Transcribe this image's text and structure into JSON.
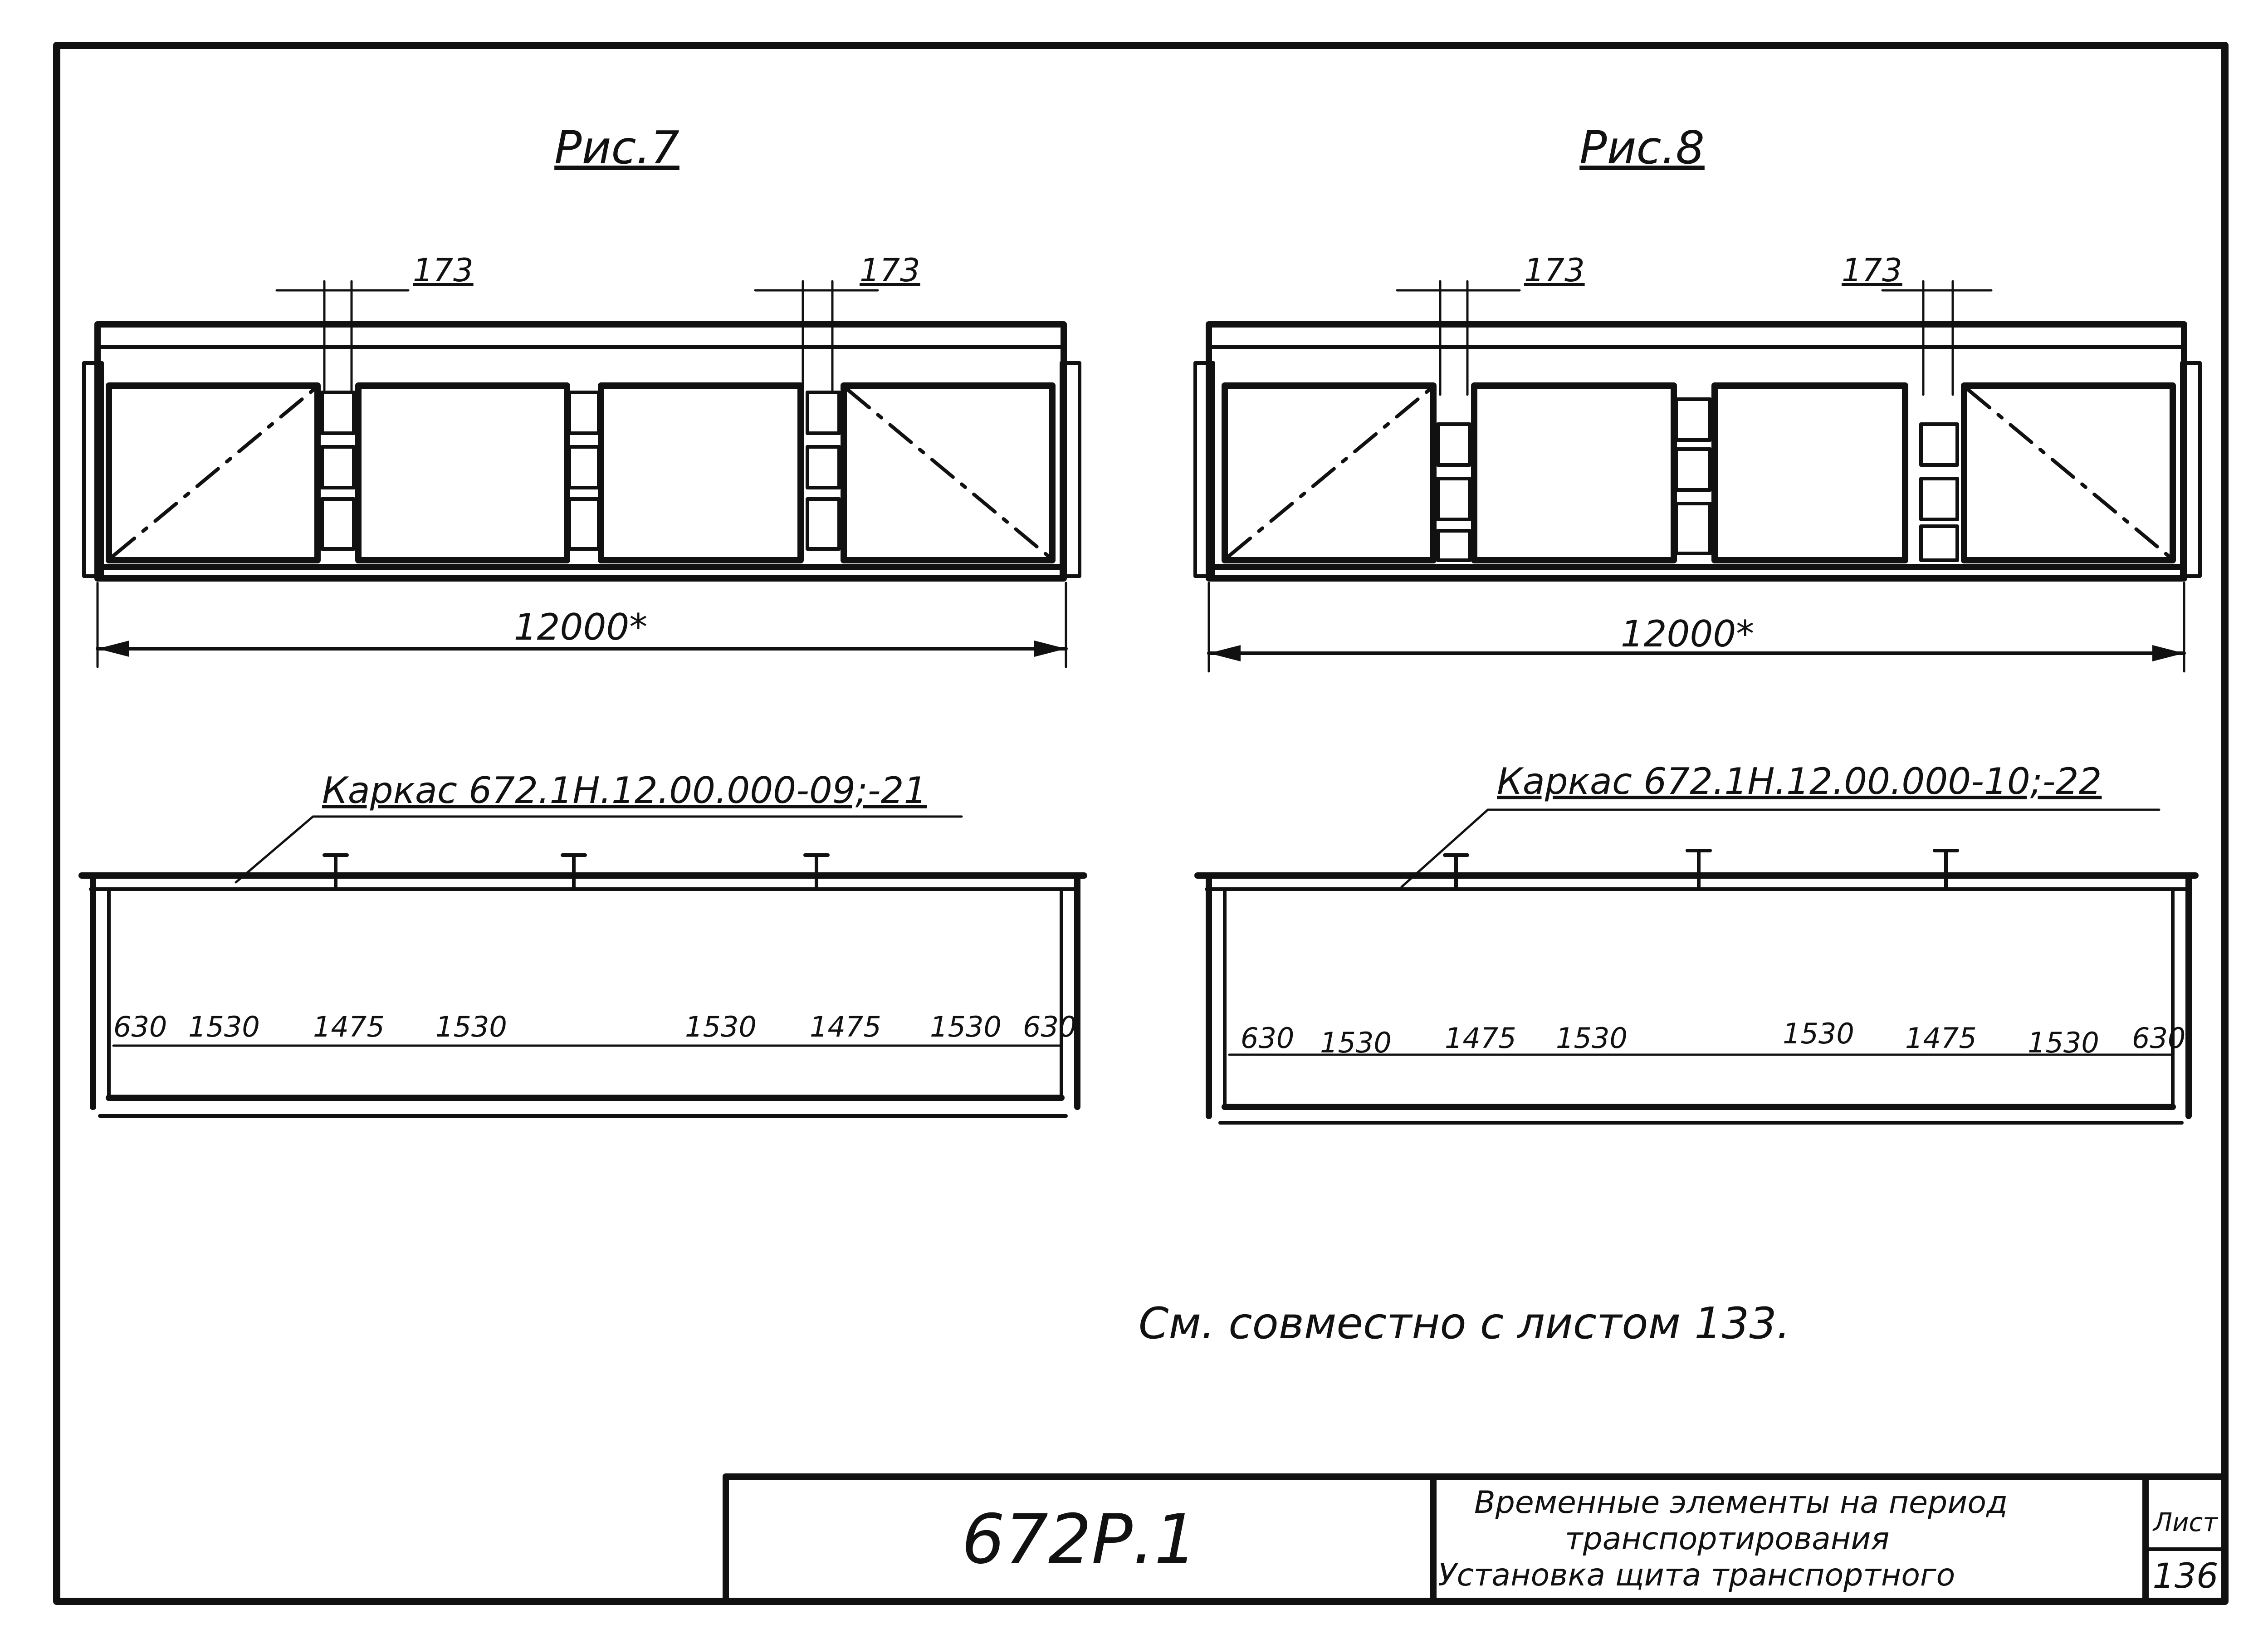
{
  "figures": [
    {
      "title": "Рис.7",
      "top_dims": [
        "173",
        "173"
      ],
      "overall_length": "12000*",
      "frame_label": "Каркас 672.1Н.12.00.000-09;-21",
      "bottom_dims": [
        "630",
        "1530",
        "1475",
        "1530",
        "1530",
        "1475",
        "1530",
        "630"
      ]
    },
    {
      "title": "Рис.8",
      "top_dims": [
        "173",
        "173"
      ],
      "overall_length": "12000*",
      "frame_label": "Каркас 672.1Н.12.00.000-10;-22",
      "bottom_dims": [
        "630",
        "1530",
        "1475",
        "1530",
        "1530",
        "1475",
        "1530",
        "630"
      ]
    }
  ],
  "note": "См. совместно с листом 133.",
  "title_block": {
    "designation": "672Р.1",
    "description_lines": [
      "Временные элементы на период",
      "транспортирования",
      "Установка щита транспортного"
    ],
    "sheet_label": "Лист",
    "sheet_number": "136"
  }
}
